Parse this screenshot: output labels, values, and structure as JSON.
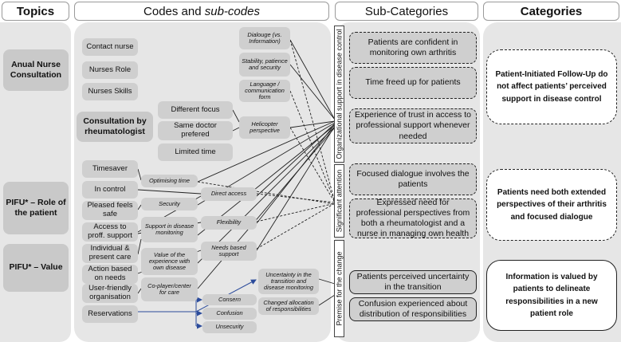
{
  "headers": {
    "topics": "Topics",
    "codes_plain": "Codes and ",
    "codes_italic": "sub-codes",
    "subcats": "Sub-Categories",
    "cats": "Categories"
  },
  "topics": [
    "Anual Nurse Consultation",
    "Consultation by rheumatologist",
    "PIFU* – Role of the patient",
    "PIFU* – Value"
  ],
  "codes": [
    "Contact nurse",
    "Nurses Role",
    "Nurses Skills",
    "Different focus",
    "Same doctor prefered",
    "Limited time",
    "Timesaver",
    "In control",
    "Pleased feels safe",
    "Access to proff. support",
    "Individual & present care",
    "Action based on needs",
    "User-friendly organisation",
    "Reservations"
  ],
  "subcodes": [
    "Dialouge (vs. Information)",
    "Stability, patience and security",
    "Language / communication form",
    "Helicopter perspective",
    "Optimising time",
    "Direct access",
    "Security",
    "Flexibility",
    "Support in disease monitoring",
    "Needs based support",
    "Value of the experience with own disease",
    "Co-player/center for care",
    "Uncertainty in the transition and disease monitoring",
    "Changed allocation of responsibilities",
    "Consern",
    "Confusion",
    "Unsecurity"
  ],
  "vertical_labels": [
    "Organizational support in disease control",
    "Significant attention",
    "Premise for the change"
  ],
  "subcategories": [
    "Patients are confident in monitoring own arthritis",
    "Time freed up for patients",
    "Experience of trust in access to professional support whenever needed",
    "Focused dialogue involves the patients",
    "Expressed need for professional perspectives from both a rheumatologist and a nurse in managing own health",
    "Patients perceived uncertainty in the transition",
    "Confusion experienced about distribution of responsibilities"
  ],
  "categories": [
    "Patient-Initiated Follow-Up do not affect patients’ perceived support in disease control",
    "Patients need both extended perspectives of their arthritis and focused dialogue",
    "Information is valued by patients to delineate responsibilities in a new patient role"
  ],
  "colors": {
    "panel": "#e6e6e6",
    "box": "#cfcfcf",
    "line": "#222222",
    "arrow": "#2b4b9b"
  }
}
